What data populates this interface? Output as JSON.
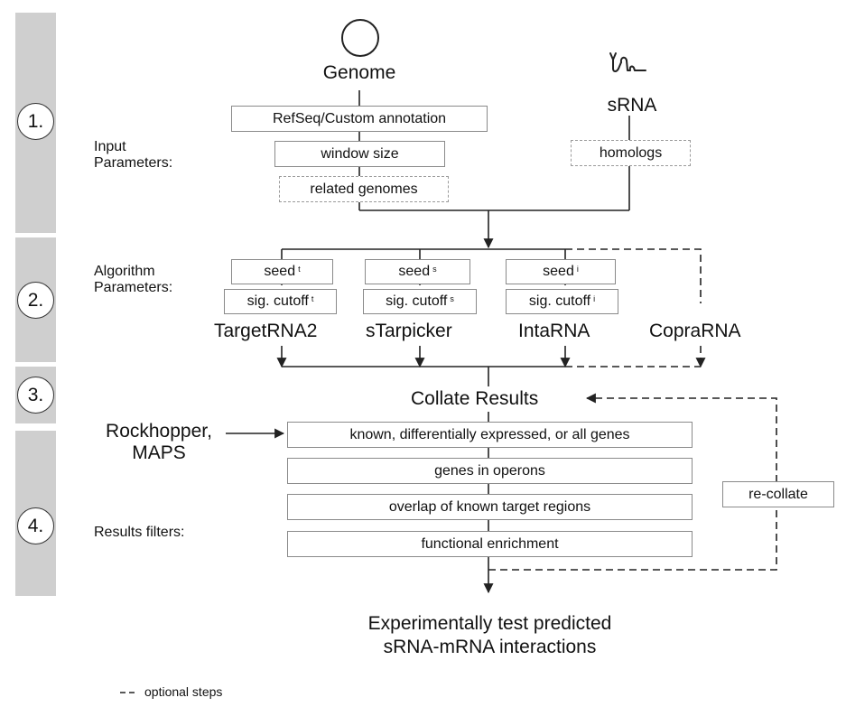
{
  "steps": [
    "1.",
    "2.",
    "3.",
    "4."
  ],
  "genome": {
    "label": "Genome",
    "icon": "circle-icon"
  },
  "srna": {
    "label": "sRNA",
    "icon": "rna-structure-icon"
  },
  "input": {
    "section_label": "Input\nParameters:",
    "annotation": "RefSeq/Custom annotation",
    "window_size": "window size",
    "related_genomes": "related genomes",
    "homologs": "homologs"
  },
  "algorithm": {
    "section_label": "Algorithm\nParameters:",
    "tools": [
      {
        "name": "TargetRNA2",
        "seed": "seed",
        "seed_sup": "t",
        "cutoff": "sig. cutoff",
        "cutoff_sup": "t"
      },
      {
        "name": "sTarpicker",
        "seed": "seed",
        "seed_sup": "s",
        "cutoff": "sig. cutoff",
        "cutoff_sup": "s"
      },
      {
        "name": "IntaRNA",
        "seed": "seed",
        "seed_sup": "i",
        "cutoff": "sig. cutoff",
        "cutoff_sup": "i"
      },
      {
        "name": "CopraRNA"
      }
    ]
  },
  "collate": "Collate Results",
  "filters": {
    "source": "Rockhopper,\nMAPS",
    "section_label": "Results filters:",
    "items": [
      "known, differentially expressed, or all genes",
      "genes in operons",
      "overlap of known target regions",
      "functional enrichment"
    ],
    "recollate": "re-collate"
  },
  "result": "Experimentally test predicted\nsRNA-mRNA interactions",
  "legend": {
    "line": "--",
    "label": "optional steps"
  },
  "colors": {
    "band": "#cfcfcf",
    "line": "#222222",
    "box_border": "#8a8a8a",
    "dashed_border": "#9a9a9a"
  }
}
